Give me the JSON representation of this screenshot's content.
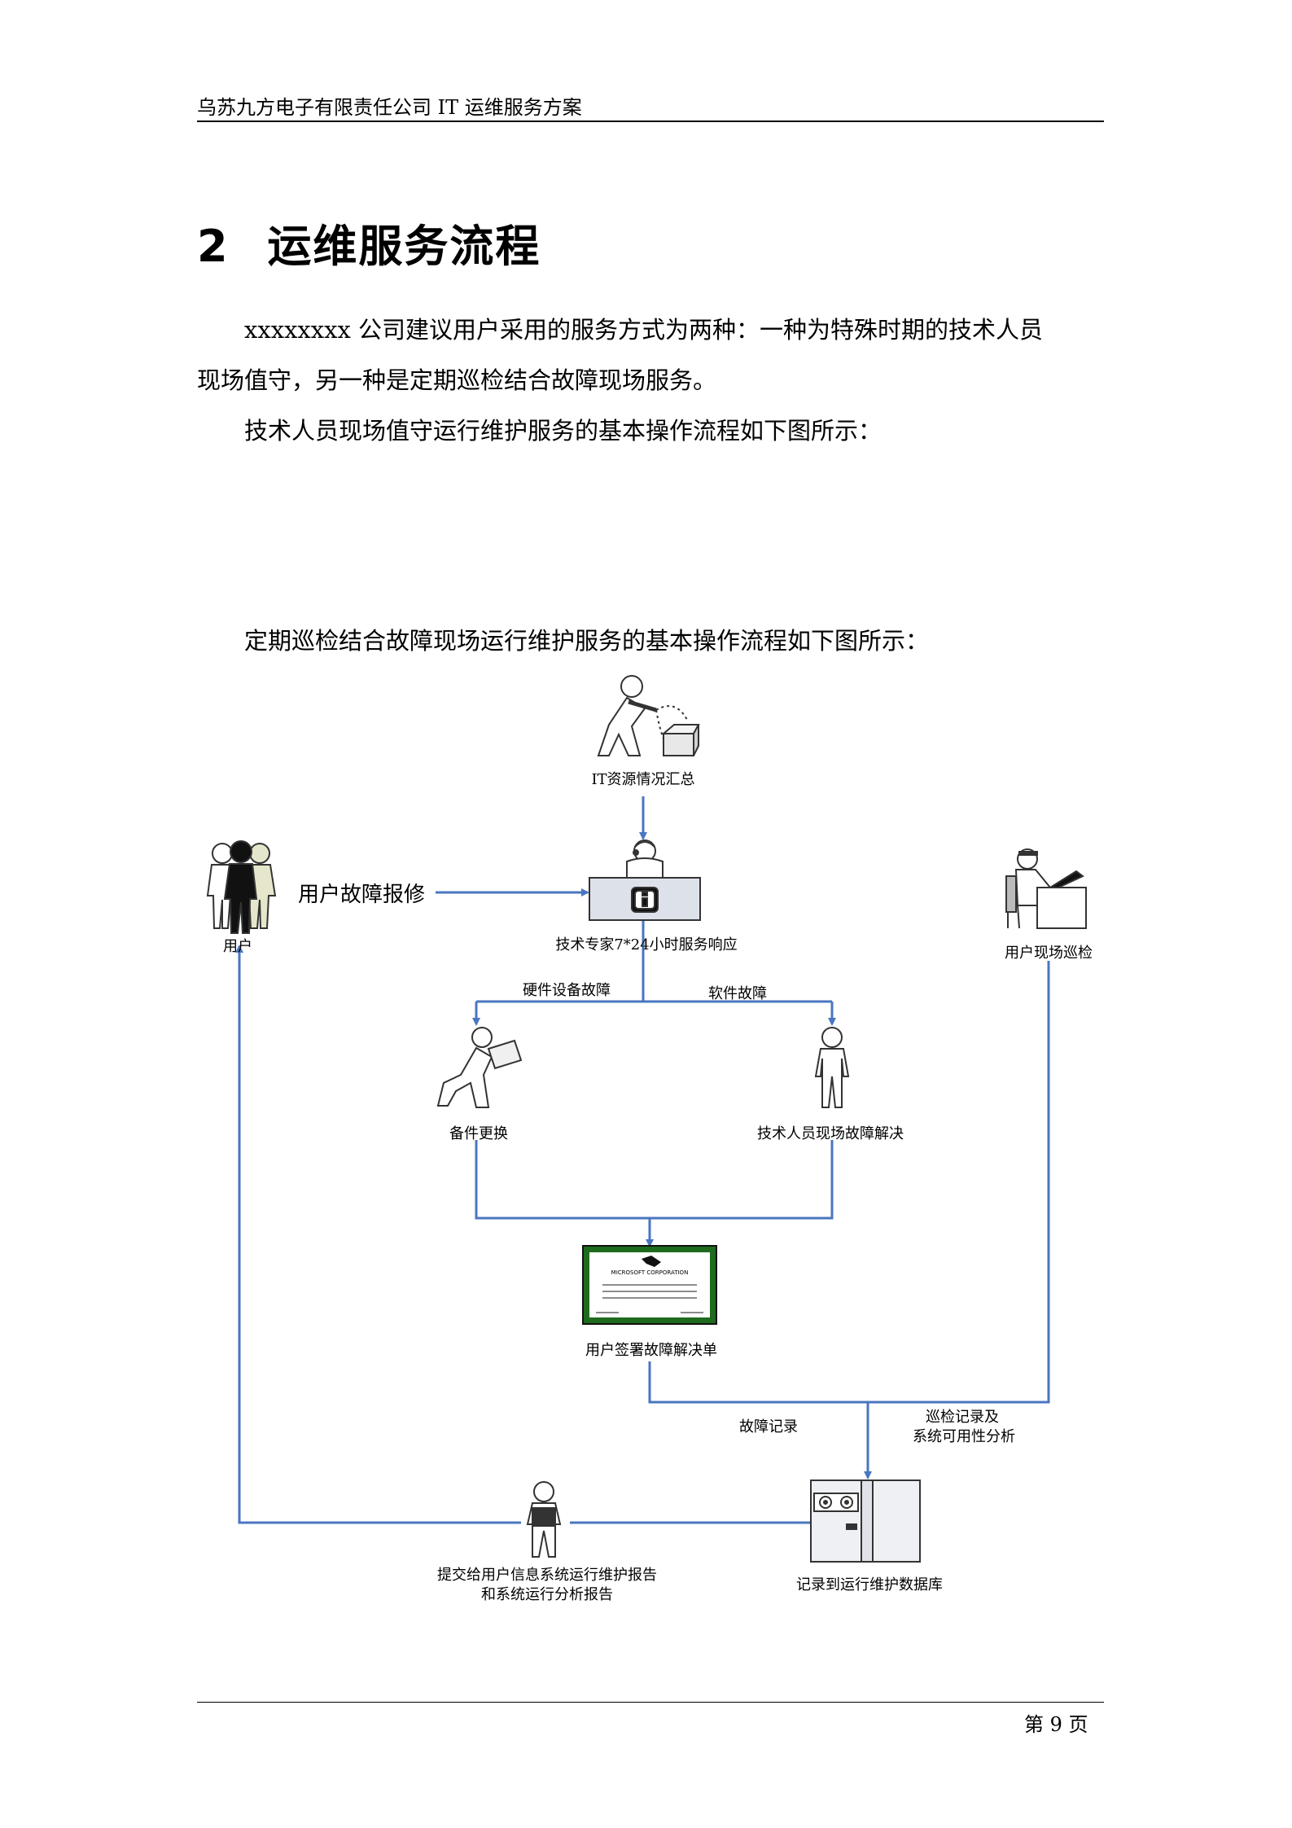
{
  "header": {
    "title": "乌苏九方电子有限责任公司 IT 运维服务方案"
  },
  "section": {
    "number": "2",
    "title": "运维服务流程"
  },
  "paragraphs": {
    "p1_line1": "xxxxxxxx 公司建议用户采用的服务方式为两种：一种为特殊时期的技术人员",
    "p1_line2": "现场值守，另一种是定期巡检结合故障现场服务。",
    "p2": "技术人员现场值守运行维护服务的基本操作流程如下图所示：",
    "p3": "定期巡检结合故障现场运行维护服务的基本操作流程如下图所示："
  },
  "diagram": {
    "it_summary": "IT资源情况汇总",
    "user": "用户",
    "user_report": "用户故障报修",
    "expert": "技术专家7*24小时服务响应",
    "onsite_inspect": "用户现场巡检",
    "hw_fault": "硬件设备故障",
    "sw_fault": "软件故障",
    "spare_replace": "备件更换",
    "tech_onsite": "技术人员现场故障解决",
    "cert_text": "MICROSOFT CORPORATION",
    "sign_sheet": "用户签署故障解决单",
    "fault_record": "故障记录",
    "inspect_record_1": "巡检记录及",
    "inspect_record_2": "系统可用性分析",
    "report_1": "提交给用户信息系统运行维护报告",
    "report_2": "和系统运行分析报告",
    "database": "记录到运行维护数据库",
    "flow_color": "#4a76c0",
    "cert_border_color": "#1e6b1e"
  },
  "footer": {
    "page_label": "第 9 页"
  }
}
